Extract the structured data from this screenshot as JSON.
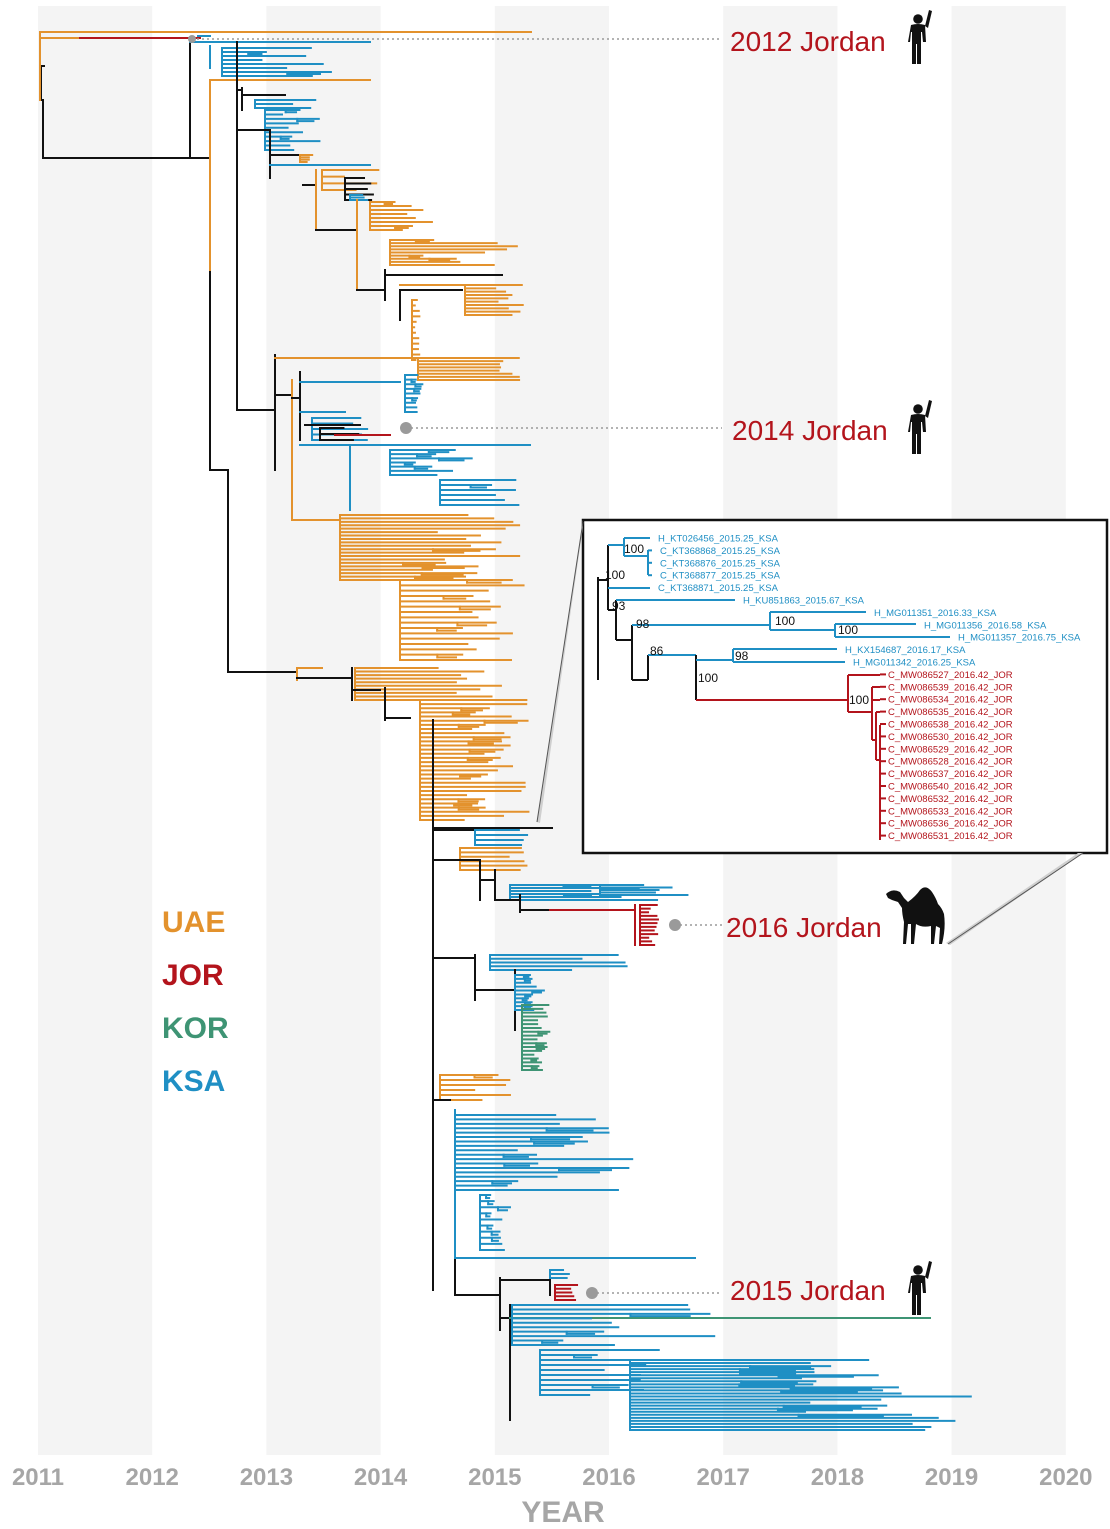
{
  "axis": {
    "title": "YEAR",
    "years": [
      "2011",
      "2012",
      "2013",
      "2014",
      "2015",
      "2016",
      "2017",
      "2018",
      "2019",
      "2020"
    ]
  },
  "colors": {
    "UAE": "#e3922d",
    "JOR": "#b3141c",
    "KOR": "#3e9474",
    "KSA": "#1f8fc4",
    "backbone": "#111111",
    "connector": "#9a9a9a",
    "band": "#f4f4f4",
    "axis_text": "#a6a6a6"
  },
  "legend": [
    {
      "code": "UAE",
      "label": "UAE"
    },
    {
      "code": "JOR",
      "label": "JOR"
    },
    {
      "code": "KOR",
      "label": "KOR"
    },
    {
      "code": "KSA",
      "label": "KSA"
    }
  ],
  "events": [
    {
      "label": "2012 Jordan",
      "host": "human-icon"
    },
    {
      "label": "2014 Jordan",
      "host": "human-icon"
    },
    {
      "label": "2016 Jordan",
      "host": "camel-icon"
    },
    {
      "label": "2015 Jordan",
      "host": "human-icon"
    }
  ],
  "inset": {
    "tips": [
      {
        "label": "H_KT026456_2015.25_KSA",
        "group": "KSA"
      },
      {
        "label": "C_KT368868_2015.25_KSA",
        "group": "KSA"
      },
      {
        "label": "C_KT368876_2015.25_KSA",
        "group": "KSA"
      },
      {
        "label": "C_KT368877_2015.25_KSA",
        "group": "KSA"
      },
      {
        "label": "C_KT368871_2015.25_KSA",
        "group": "KSA"
      },
      {
        "label": "H_KU851863_2015.67_KSA",
        "group": "KSA"
      },
      {
        "label": "H_MG011351_2016.33_KSA",
        "group": "KSA"
      },
      {
        "label": "H_MG011356_2016.58_KSA",
        "group": "KSA"
      },
      {
        "label": "H_MG011357_2016.75_KSA",
        "group": "KSA"
      },
      {
        "label": "H_KX154687_2016.17_KSA",
        "group": "KSA"
      },
      {
        "label": "H_MG011342_2016.25_KSA",
        "group": "KSA"
      },
      {
        "label": "C_MW086527_2016.42_JOR",
        "group": "JOR"
      },
      {
        "label": "C_MW086539_2016.42_JOR",
        "group": "JOR"
      },
      {
        "label": "C_MW086534_2016.42_JOR",
        "group": "JOR"
      },
      {
        "label": "C_MW086535_2016.42_JOR",
        "group": "JOR"
      },
      {
        "label": "C_MW086538_2016.42_JOR",
        "group": "JOR"
      },
      {
        "label": "C_MW086530_2016.42_JOR",
        "group": "JOR"
      },
      {
        "label": "C_MW086529_2016.42_JOR",
        "group": "JOR"
      },
      {
        "label": "C_MW086528_2016.42_JOR",
        "group": "JOR"
      },
      {
        "label": "C_MW086537_2016.42_JOR",
        "group": "JOR"
      },
      {
        "label": "C_MW086540_2016.42_JOR",
        "group": "JOR"
      },
      {
        "label": "C_MW086532_2016.42_JOR",
        "group": "JOR"
      },
      {
        "label": "C_MW086533_2016.42_JOR",
        "group": "JOR"
      },
      {
        "label": "C_MW086536_2016.42_JOR",
        "group": "JOR"
      },
      {
        "label": "C_MW086531_2016.42_JOR",
        "group": "JOR"
      }
    ],
    "support_values": [
      "100",
      "100",
      "93",
      "98",
      "100",
      "100",
      "86",
      "98",
      "100",
      "100"
    ]
  }
}
